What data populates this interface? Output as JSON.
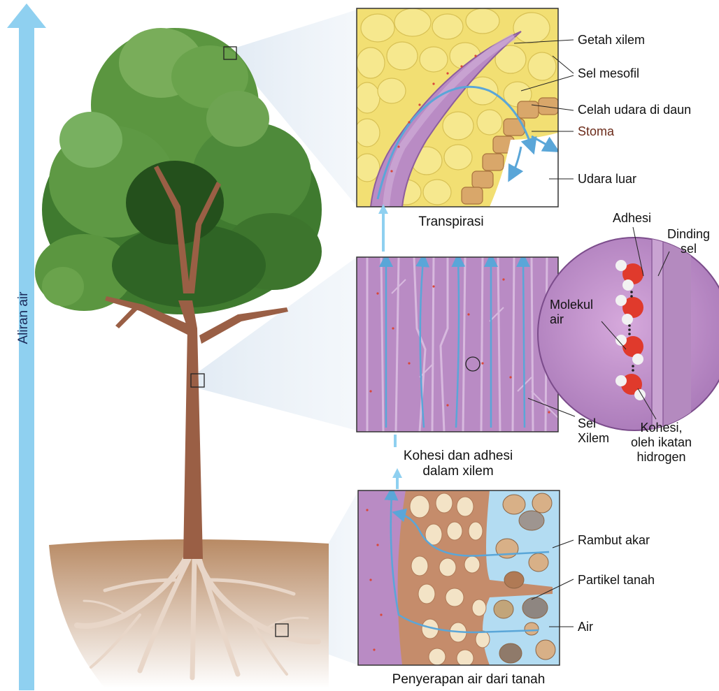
{
  "left_arrow_label": "Aliran air",
  "panels": {
    "top": {
      "caption": "Transpirasi"
    },
    "middle": {
      "caption_line1": "Kohesi dan adhesi",
      "caption_line2": "dalam xilem"
    },
    "bottom": {
      "caption": "Penyerapan air dari tanah"
    }
  },
  "labels": {
    "getah_xilem": "Getah xilem",
    "sel_mesofil": "Sel mesofil",
    "celah_udara": "Celah udara di daun",
    "stoma": "Stoma",
    "udara_luar": "Udara luar",
    "adhesi": "Adhesi",
    "dinding_sel": "Dinding\nsel",
    "molekul_air": "Molekul\nair",
    "sel_xilem": "Sel\nXilem",
    "kohesi": "Kohesi,\noleh ikatan\nhidrogen",
    "rambut_akar": "Rambut akar",
    "partikel_tanah": "Partikel tanah",
    "air": "Air"
  },
  "colors": {
    "flow_arrow": "#8fd0f0",
    "water_flow": "#6fb4e0",
    "xylem": "#b98bc4",
    "mesophyll": "#f3e27a",
    "soil": "#a57a55",
    "foliage": "#4e8a3a",
    "trunk": "#9a5f45"
  }
}
